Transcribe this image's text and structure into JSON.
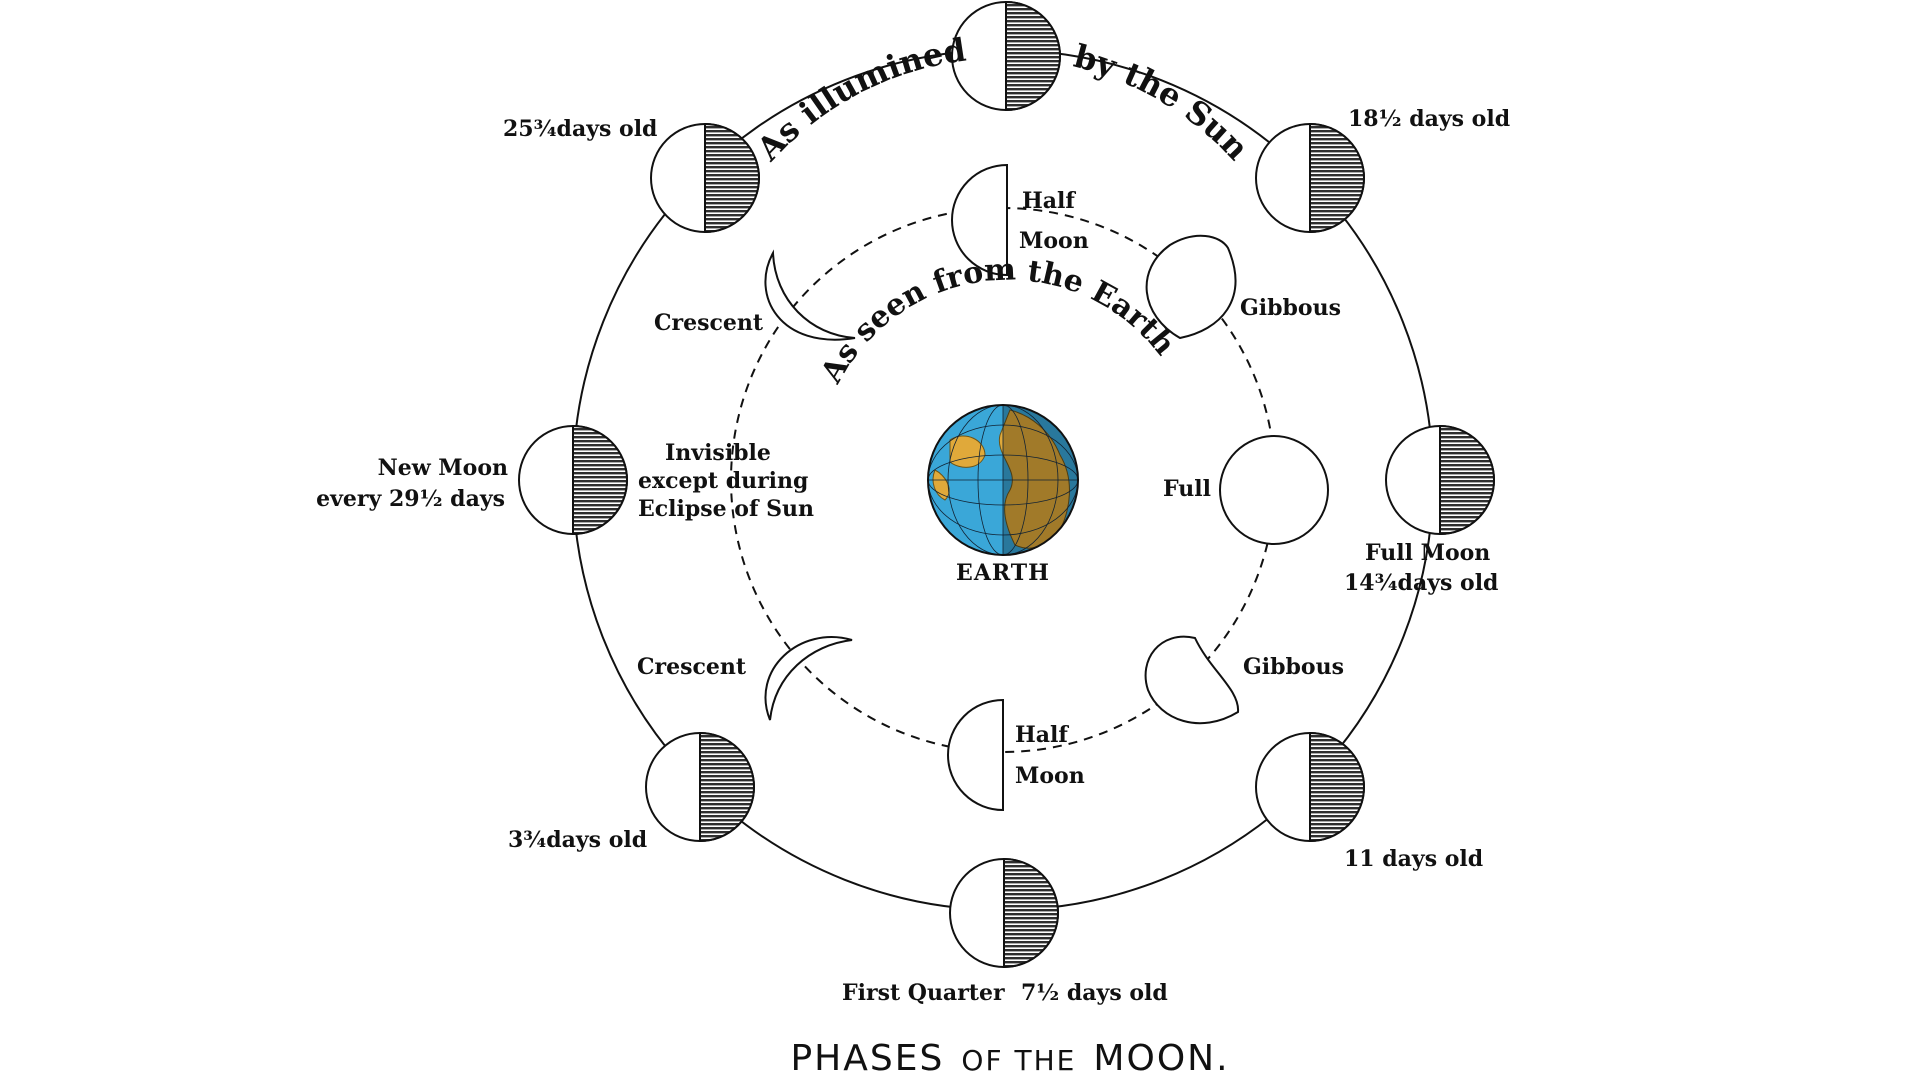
{
  "outer_labels": {
    "top_arc_left": "As illumined",
    "top_arc_right": "by the Sun",
    "age_25_75": "25¾days old",
    "age_18_5": "18½ days old",
    "new_moon_line1": "New Moon",
    "new_moon_line2": "every 29½ days",
    "full_moon_line1": "Full Moon",
    "full_moon_line2": "14¾days old",
    "age_3_75": "3¾days old",
    "age_11": "11 days old",
    "first_quarter": "First Quarter",
    "age_7_5": "7½ days old"
  },
  "inner_labels": {
    "arc_text": "As seen from the Earth",
    "half_moon_top_1": "Half",
    "half_moon_top_2": "Moon",
    "half_moon_bottom_1": "Half",
    "half_moon_bottom_2": "Moon",
    "crescent_top": "Crescent",
    "crescent_bottom": "Crescent",
    "gibbous_top": "Gibbous",
    "gibbous_bottom": "Gibbous",
    "full": "Full",
    "invisible_1": "Invisible",
    "invisible_2": "except during",
    "invisible_3": "Eclipse of Sun"
  },
  "earth_label": "EARTH",
  "title": {
    "word1": "PHASES",
    "word2": "OF THE",
    "word3": "MOON."
  },
  "colors": {
    "line": "#111111",
    "shadow": "#3a3a3a",
    "ocean": "#3aa7d8",
    "land": "#e0a93a",
    "land_dark": "#8a6a1e"
  }
}
